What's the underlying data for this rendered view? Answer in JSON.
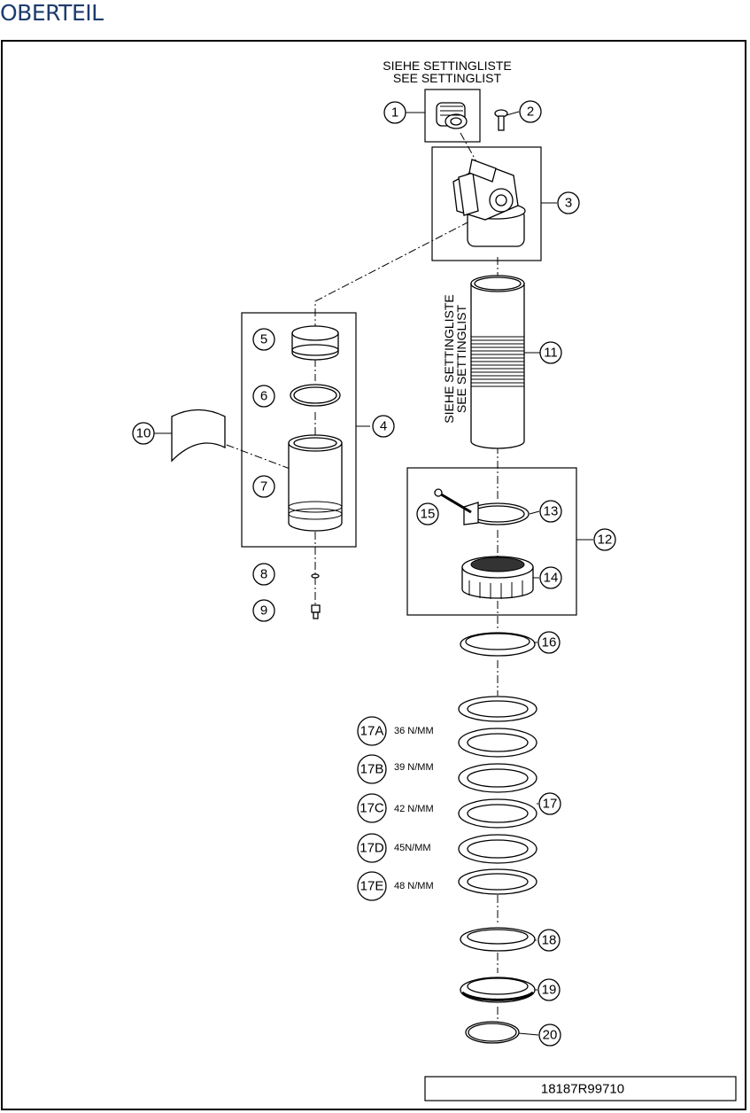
{
  "page": {
    "title": "OBERTEIL"
  },
  "notes": {
    "setting_top_de": "SIEHE SETTINGLISTE",
    "setting_top_en": "SEE SETTINGLIST",
    "setting_side_de": "SIEHE SETTINGLISTE",
    "setting_side_en": "SEE SETTINGLIST"
  },
  "callouts": {
    "c1": "1",
    "c2": "2",
    "c3": "3",
    "c4": "4",
    "c5": "5",
    "c6": "6",
    "c7": "7",
    "c8": "8",
    "c9": "9",
    "c10": "10",
    "c11": "11",
    "c12": "12",
    "c13": "13",
    "c14": "14",
    "c15": "15",
    "c16": "16",
    "c17": "17",
    "c18": "18",
    "c19": "19",
    "c20": "20"
  },
  "spring_rates": [
    {
      "id": "17A",
      "rate": "36 N/MM"
    },
    {
      "id": "17B",
      "rate": "39 N/MM"
    },
    {
      "id": "17C",
      "rate": "42 N/MM"
    },
    {
      "id": "17D",
      "rate": "45N/MM"
    },
    {
      "id": "17E",
      "rate": "48 N/MM"
    }
  ],
  "drawing_number": "18187R99710",
  "colors": {
    "title": "#1d3c6e",
    "line": "#000000",
    "background": "#ffffff"
  }
}
